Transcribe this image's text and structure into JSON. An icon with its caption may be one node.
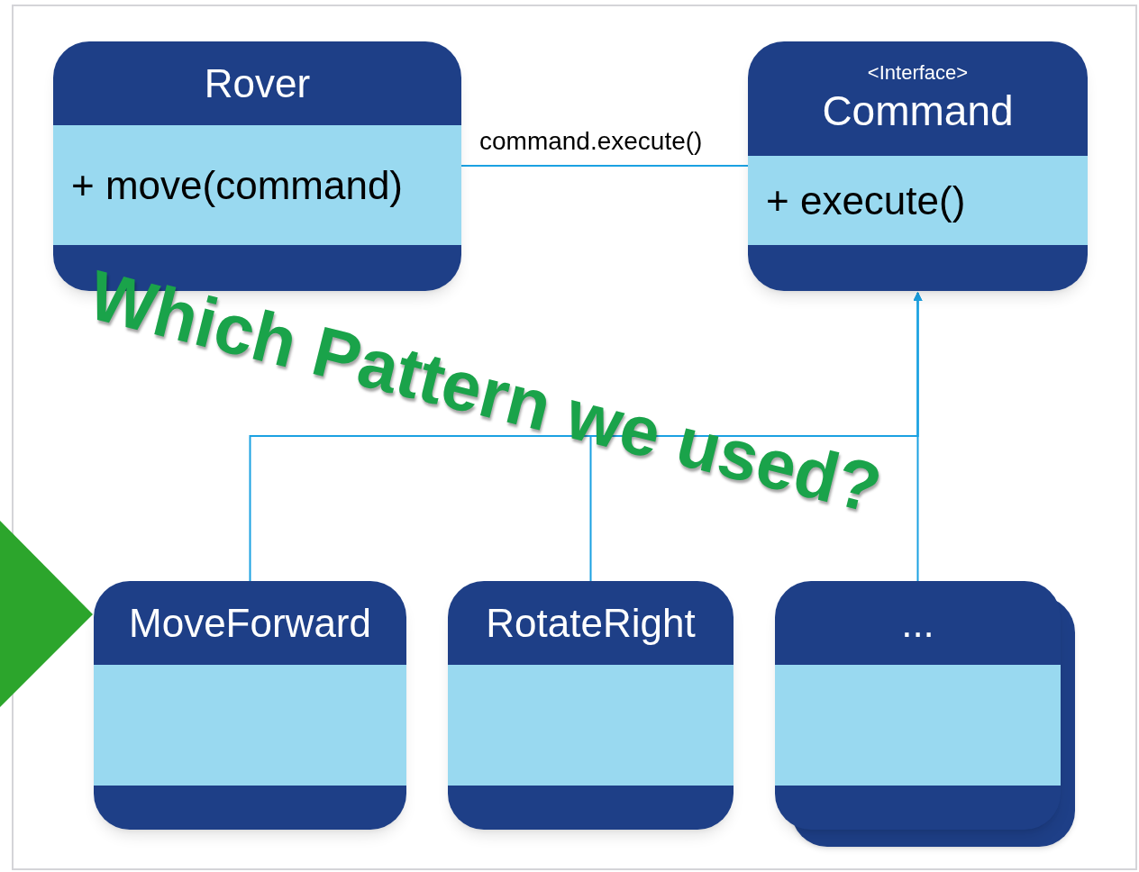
{
  "diagram": {
    "nodes": [
      {
        "text": [
          "Rover",
          "+ move(command)"
        ]
      },
      {
        "text": [
          "<Interface>",
          "Command",
          "+ execute()"
        ]
      },
      {
        "text": [
          "MoveForward"
        ]
      },
      {
        "text": [
          "RotateRight"
        ]
      },
      {
        "text": [
          "..."
        ]
      },
      {
        "text": [],
        "shape": "triangle"
      }
    ],
    "edges": [
      {
        "from": 0,
        "to": 1,
        "arrow": "none",
        "label": "command.execute()"
      },
      {
        "from": 2,
        "to": 1,
        "arrow": "to"
      },
      {
        "from": 3,
        "to": 1,
        "arrow": "to"
      },
      {
        "from": 4,
        "to": 1,
        "arrow": "to"
      }
    ],
    "labels": [
      "Which Pattern we used?"
    ]
  }
}
